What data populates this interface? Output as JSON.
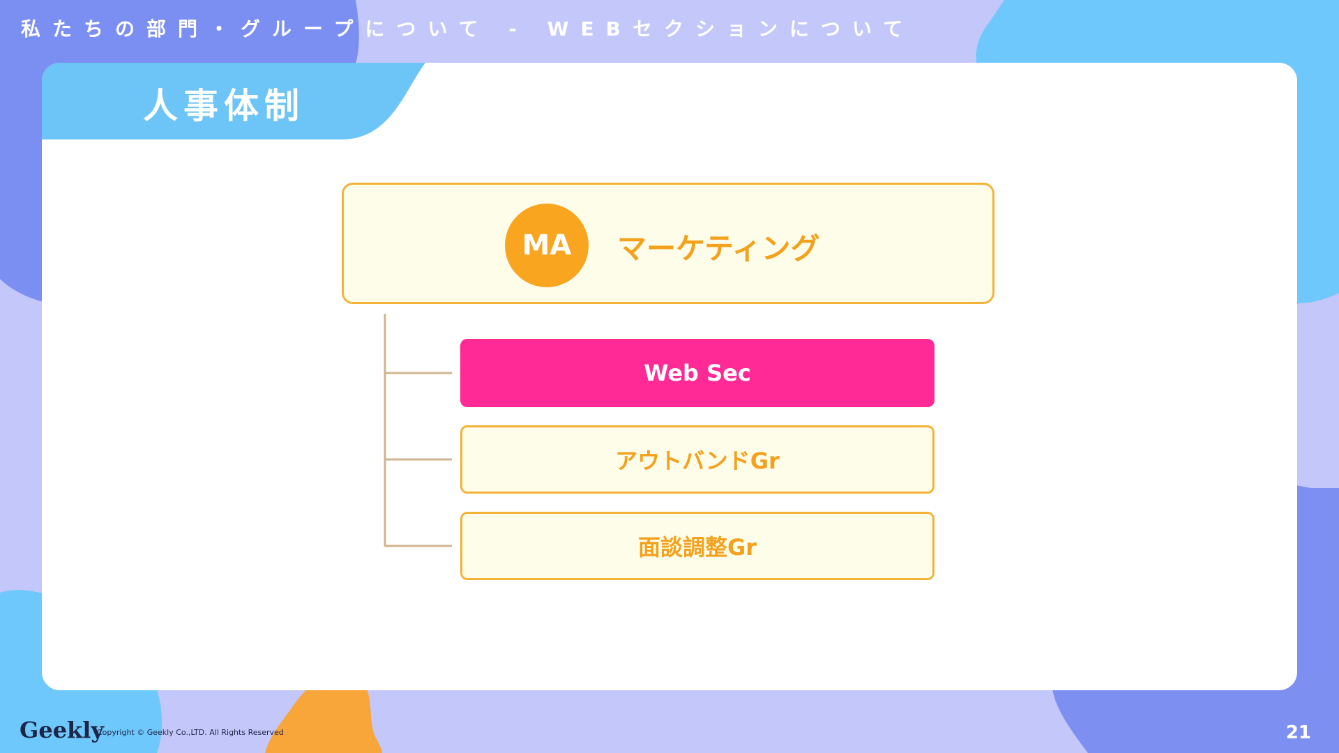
{
  "header": {
    "breadcrumb": "私たちの部門・グループについて - WEBセクションについて"
  },
  "slide": {
    "title": "人事体制"
  },
  "org_chart": {
    "root": {
      "badge": "MA",
      "label": "マーケティング"
    },
    "children": [
      {
        "label": "Web Sec",
        "highlighted": true
      },
      {
        "label": "アウトバンドGr",
        "highlighted": false
      },
      {
        "label": "面談調整Gr",
        "highlighted": false
      }
    ]
  },
  "footer": {
    "logo": "Geekly",
    "copyright": "Copyright © Geekly Co.,LTD. All Rights Reserved",
    "page_number": "21"
  },
  "colors": {
    "background": "#c3c7fa",
    "title_tab": "#6cc4f7",
    "accent_orange": "#f9a520",
    "highlight_pink": "#ff2a95",
    "box_fill": "#fdfde9",
    "box_border": "#f4b338",
    "connector": "#d0b58f"
  }
}
